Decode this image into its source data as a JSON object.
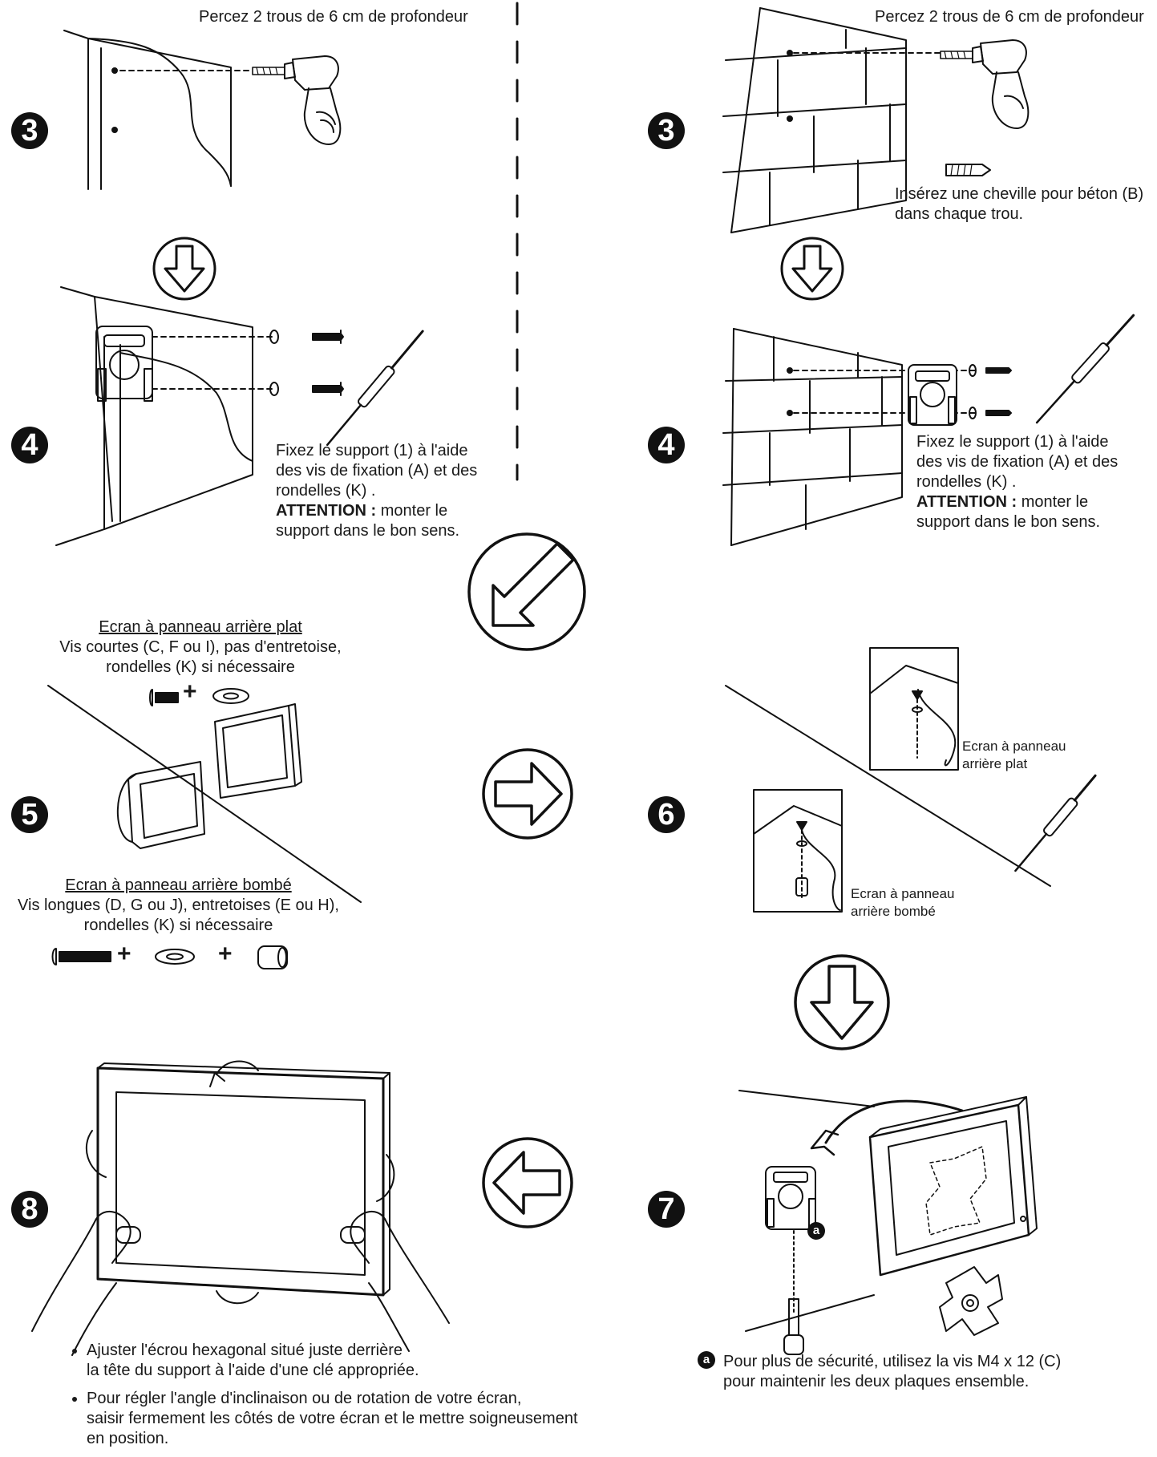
{
  "left": {
    "step3_label": "3",
    "step3_text": "Percez 2 trous de 6 cm de profondeur",
    "step4_label": "4",
    "step4_text1": "Fixez le support (1) à l'aide",
    "step4_text2": "des vis de fixation (A) et des",
    "step4_text3": "rondelles (K) .",
    "step4_attention": "ATTENTION :",
    "step4_text4": " monter le",
    "step4_text5": "support dans le bon sens."
  },
  "right": {
    "step3_label": "3",
    "step3_text": "Percez 2 trous de 6 cm de profondeur",
    "step3_note1": "Insérez une cheville pour béton (B)",
    "step3_note2": "dans chaque trou.",
    "step4_label": "4",
    "step4_text1": "Fixez le support (1) à l'aide",
    "step4_text2": "des vis de fixation (A) et des",
    "step4_text3": "rondelles (K) .",
    "step4_attention": "ATTENTION :",
    "step4_text4": " monter le",
    "step4_text5": "support dans le bon sens."
  },
  "step5": {
    "label": "5",
    "flat_title": "Ecran à panneau arrière plat",
    "flat_line1": "Vis courtes (C, F ou I), pas d'entretoise,",
    "flat_line2": "rondelles (K) si nécessaire",
    "curved_title": "Ecran à panneau arrière bombé",
    "curved_line1": "Vis longues (D, G ou J), entretoises (E ou H),",
    "curved_line2": "rondelles (K) si nécessaire",
    "plus": "+"
  },
  "step6": {
    "label": "6",
    "flat_caption1": "Ecran à panneau",
    "flat_caption2": "arrière plat",
    "curved_caption1": "Ecran à panneau",
    "curved_caption2": "arrière bombé"
  },
  "step7": {
    "label": "7",
    "marker": "a",
    "note1": "Pour plus de sécurité, utilisez la vis M4 x 12 (C)",
    "note2": "pour maintenir les deux plaques ensemble."
  },
  "step8": {
    "label": "8",
    "bullet1_line1": "Ajuster l'écrou hexagonal situé juste derrière",
    "bullet1_line2": "la tête du support à l'aide d'une clé appropriée.",
    "bullet2_line1": "Pour régler l'angle d'inclinaison ou de rotation de votre écran,",
    "bullet2_line2": "saisir fermement les côtés de votre écran et le mettre soigneusement",
    "bullet2_line3": "en position."
  },
  "icons": [
    "drill-icon",
    "screwdriver-icon",
    "arrow-down-icon",
    "arrow-right-icon",
    "arrow-left-icon",
    "arrow-diagonal-icon"
  ]
}
